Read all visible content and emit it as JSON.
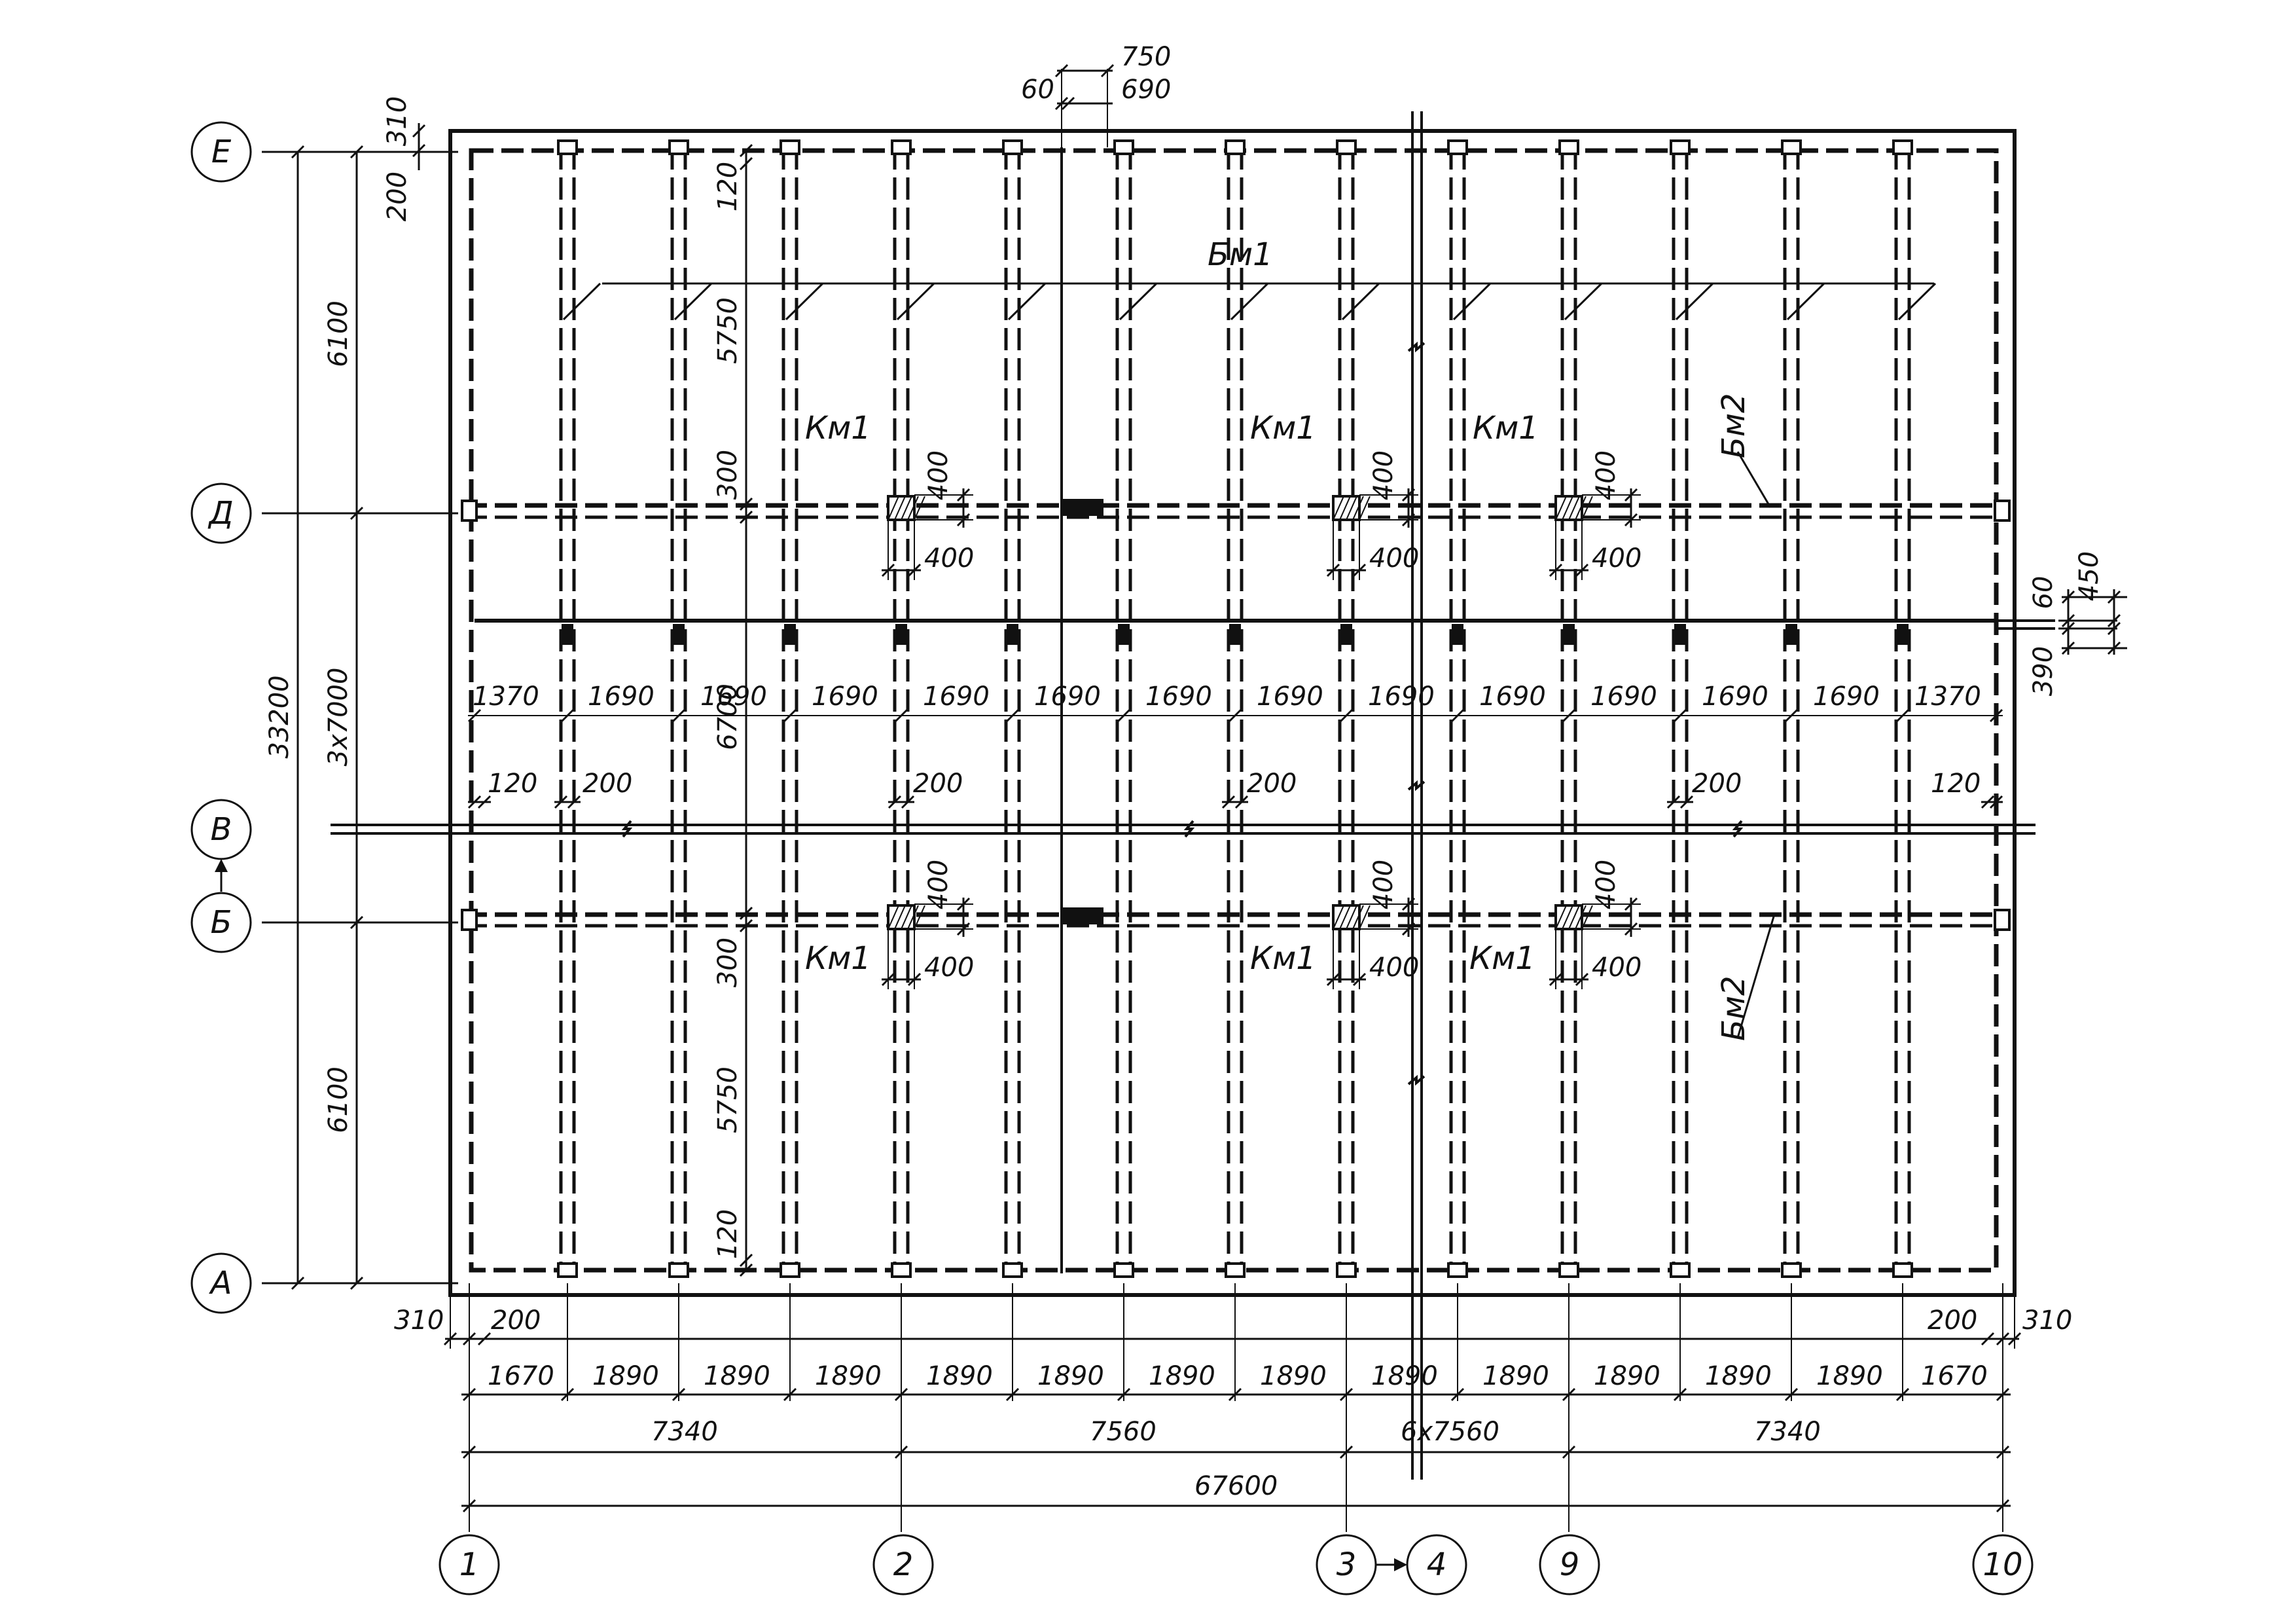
{
  "axes": {
    "rows": [
      "Е",
      "Д",
      "В",
      "Б",
      "А"
    ],
    "columns": [
      "1",
      "2",
      "3",
      "4",
      "9",
      "10"
    ]
  },
  "marks": {
    "column": "Км1",
    "main_beam": "Бм1",
    "edge_beam": "Бм2"
  },
  "dims": {
    "top": [
      "750",
      "60",
      "690"
    ],
    "left_top": [
      "310",
      "200"
    ],
    "left": [
      "6100",
      "3х7000",
      "33200",
      "6100"
    ],
    "inner_v_top": [
      "120",
      "5750",
      "300"
    ],
    "inner_v_mid": "6700",
    "inner_v_bot": [
      "300",
      "5750",
      "120"
    ],
    "col_size": "400",
    "right": [
      "60",
      "450",
      "390"
    ],
    "beam_spacing": [
      "1370",
      "1690",
      "1690",
      "1690",
      "1690",
      "1690",
      "1690",
      "1690",
      "1690",
      "1690",
      "1690",
      "1690",
      "1690",
      "1370"
    ],
    "mid_row": [
      "120",
      "200",
      "200",
      "200",
      "200",
      "120"
    ],
    "bottom_edge": [
      "310",
      "200",
      "200",
      "310"
    ],
    "bottom_spacing": [
      "1670",
      "1890",
      "1890",
      "1890",
      "1890",
      "1890",
      "1890",
      "1890",
      "1890",
      "1890",
      "1890",
      "1890",
      "1890",
      "1670"
    ],
    "bays": [
      "7340",
      "7560",
      "6х7560",
      "7340"
    ],
    "total": "67600"
  }
}
